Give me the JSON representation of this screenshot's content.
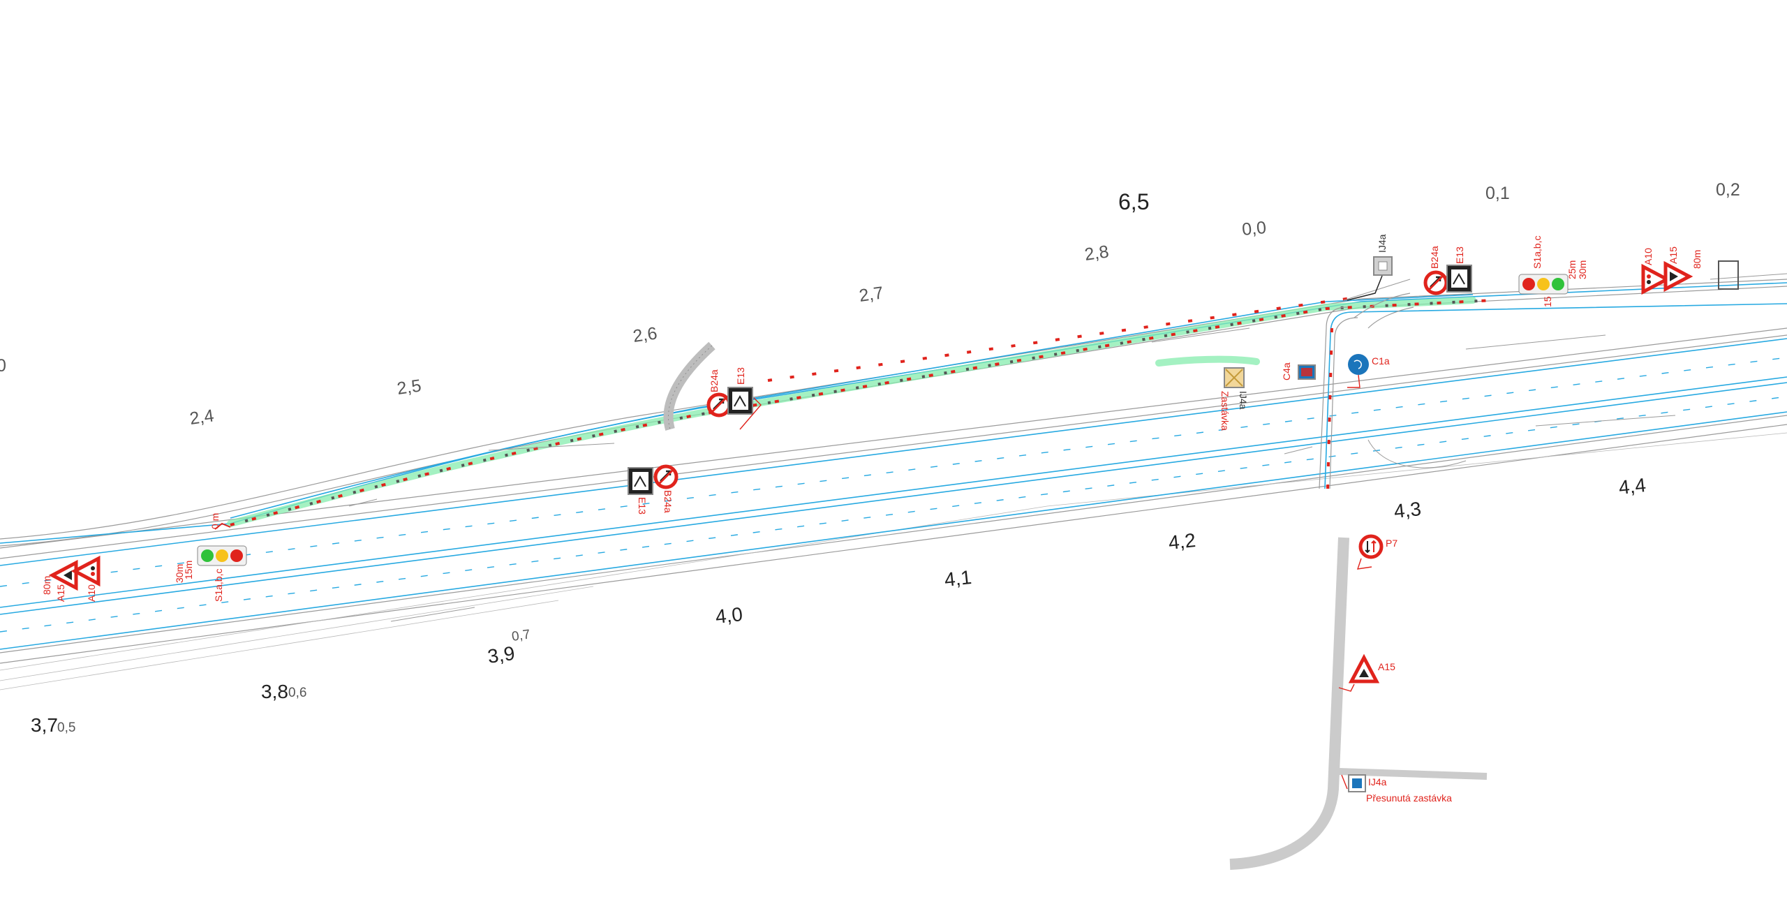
{
  "chainage": {
    "main": [
      "0",
      "2,4",
      "2,5",
      "2,6",
      "2,7",
      "2,8",
      "6,5",
      "0,0",
      "0,1",
      "0,2"
    ],
    "lower": [
      "3,7",
      "3,8",
      "3,9",
      "4,0",
      "4,1",
      "4,2",
      "4,3",
      "4,4"
    ],
    "secondary": [
      "0,5",
      "0,6",
      "0,7"
    ]
  },
  "signs": {
    "left_group": {
      "a15": "A15",
      "a10": "A10",
      "dist": "80m",
      "s1": "S1a,b,c",
      "d15": "15m",
      "d30": "30m",
      "d0": "0 m"
    },
    "mid_group": {
      "b24a_top": "B24a",
      "e13_top": "E13",
      "b24a_bottom": "B24a",
      "e13_bottom": "E13"
    },
    "right_group": {
      "ij4a_top": "IJ4a",
      "b24a": "B24a",
      "e13": "E13",
      "s1": "S1a,b,c",
      "d25": "25m",
      "d30": "30m",
      "d15": "15",
      "a10": "A10",
      "a15": "A15",
      "d80": "80m"
    },
    "crossing": {
      "ij4a_mid": "IJ4a",
      "zastavka_top": "Zastávka",
      "c1a": "C1a",
      "c4a": "C4a",
      "p7": "P7",
      "a15": "A15",
      "ij4a_bottom": "IJ4a",
      "moved_stop": "Přesunutá zastávka"
    }
  },
  "colors": {
    "lane": "#27a9e1",
    "green": "#86ecae",
    "red": "#e0231c",
    "gray": "#9a9a9a",
    "blue_sign": "#1b75bb"
  }
}
